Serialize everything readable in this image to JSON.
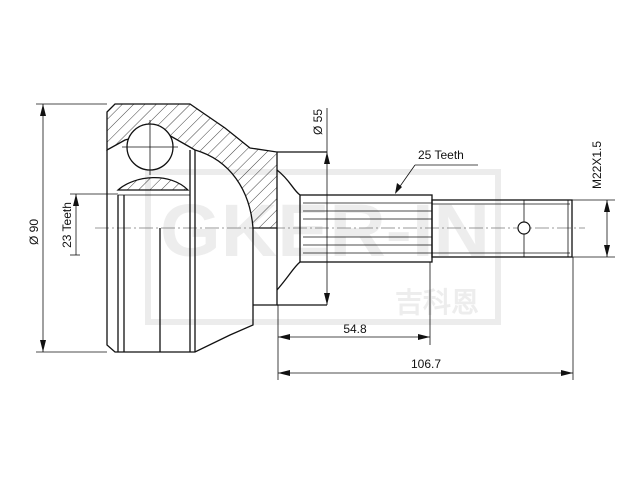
{
  "drawing": {
    "labels": {
      "outer_diameter": "Ø 90",
      "inner_teeth": "23 Teeth",
      "seal_diameter": "Ø 55",
      "outer_teeth": "25 Teeth",
      "thread": "M22X1.5",
      "spline_length": "54.8",
      "total_length": "106.7"
    },
    "watermark": {
      "latin": "GKER-IN",
      "chinese": "吉科恩"
    },
    "line_color": "#111111"
  }
}
